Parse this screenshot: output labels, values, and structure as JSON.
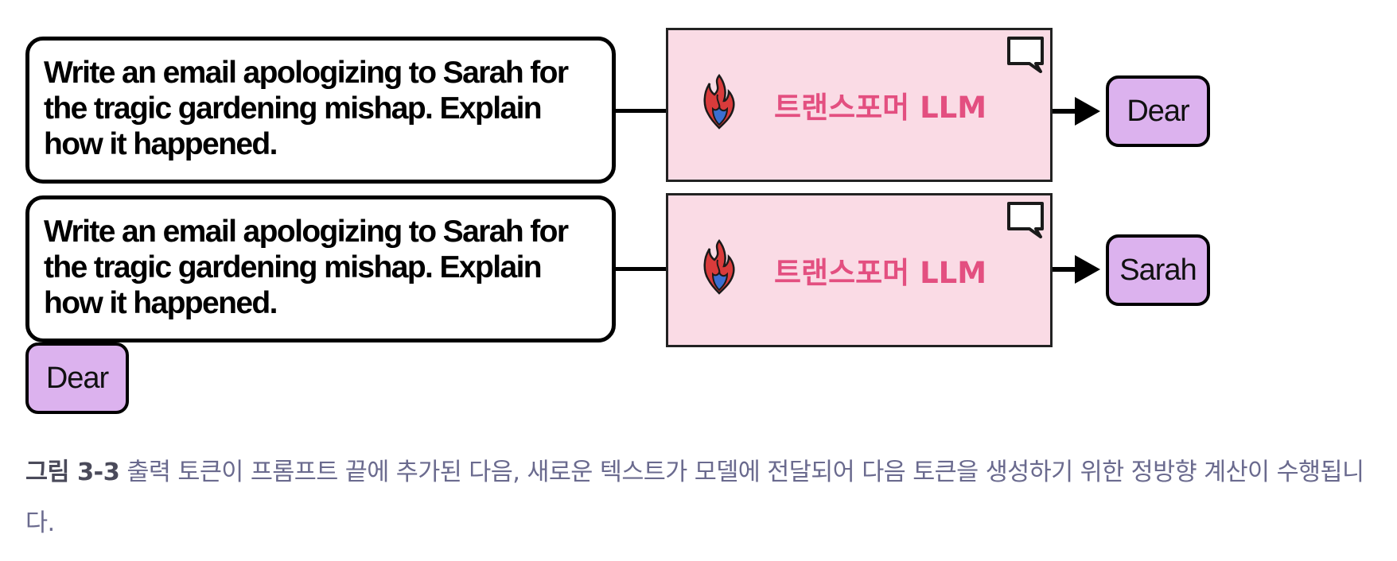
{
  "diagram": {
    "rows": [
      {
        "prompt_text": "Write an email apologizing to Sarah for the tragic gardening mishap. Explain how it happened.",
        "model_label": "트랜스포머 LLM",
        "output_token": "Dear"
      },
      {
        "prompt_text": "Write an email apologizing to Sarah for the tragic gardening mishap. Explain how it happened.",
        "model_label": "트랜스포머 LLM",
        "output_token": "Sarah"
      }
    ],
    "appended_token": "Dear",
    "colors": {
      "model_fill": "#fadbe5",
      "model_text": "#e34f80",
      "token_fill": "#dcb2ee",
      "caption_text": "#6a6a8e"
    },
    "icons": [
      "flame-icon",
      "chat-bubble-icon",
      "arrow-right-icon"
    ]
  },
  "caption": {
    "label": "그림 3-3",
    "text": "출력 토큰이 프롬프트 끝에 추가된 다음, 새로운 텍스트가 모델에 전달되어 다음 토큰을 생성하기 위한 정방향 계산이 수행됩니다."
  }
}
